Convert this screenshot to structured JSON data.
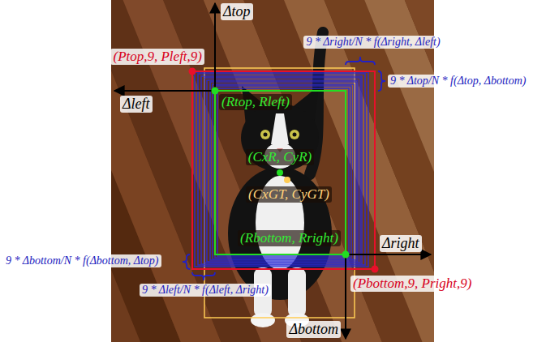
{
  "diagram": {
    "labels": [
      "Δtop",
      "(Ptop,9, Pleft,9)",
      "(Rtop, Rleft)",
      "Δleft",
      "9 * Δright/N * f(Δright, Δleft)",
      "9 * Δtop/N * f(Δtop, Δbottom)",
      "(CxR, CyR)",
      "(CxGT, CyGT)",
      "(Rbottom, Rright)",
      "Δright",
      "9 * Δbottom/N * f(Δbottom, Δtop)",
      "(Pbottom,9, Pright,9)",
      "9 * Δleft/N * f(Δleft, Δright)",
      "Δbottom"
    ]
  }
}
